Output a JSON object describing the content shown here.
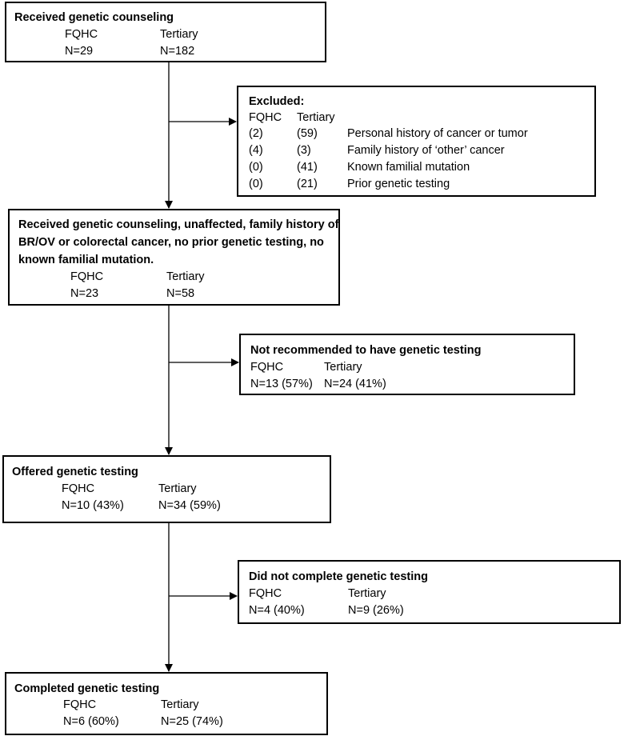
{
  "received": {
    "title": "Received genetic counseling",
    "fqhc_label": "FQHC",
    "tertiary_label": "Tertiary",
    "fqhc_n": "N=29",
    "tertiary_n": "N=182"
  },
  "excluded": {
    "title": "Excluded:",
    "fqhc_label": "FQHC",
    "tertiary_label": "Tertiary",
    "rows": [
      {
        "fqhc": "(2)",
        "tertiary": "(59)",
        "reason": "Personal history of cancer or tumor"
      },
      {
        "fqhc": "(4)",
        "tertiary": "(3)",
        "reason": "Family history of ‘other’ cancer"
      },
      {
        "fqhc": "(0)",
        "tertiary": "(41)",
        "reason": "Known familial mutation"
      },
      {
        "fqhc": "(0)",
        "tertiary": "(21)",
        "reason": "Prior genetic testing"
      }
    ]
  },
  "eligible": {
    "title_lines": [
      "Received genetic counseling, unaffected, family history of",
      "BR/OV or colorectal cancer, no prior genetic testing, no",
      "known familial mutation."
    ],
    "fqhc_label": "FQHC",
    "tertiary_label": "Tertiary",
    "fqhc_n": "N=23",
    "tertiary_n": "N=58"
  },
  "not_recommended": {
    "title": "Not recommended to have genetic testing",
    "fqhc_label": "FQHC",
    "tertiary_label": "Tertiary",
    "fqhc_n": "N=13 (57%)",
    "tertiary_n": "N=24 (41%)"
  },
  "offered": {
    "title": "Offered genetic testing",
    "fqhc_label": "FQHC",
    "tertiary_label": "Tertiary",
    "fqhc_n": "N=10 (43%)",
    "tertiary_n": "N=34 (59%)"
  },
  "did_not_complete": {
    "title": "Did not complete genetic testing",
    "fqhc_label": "FQHC",
    "tertiary_label": "Tertiary",
    "fqhc_n": "N=4 (40%)",
    "tertiary_n": "N=9 (26%)"
  },
  "completed": {
    "title": "Completed genetic testing",
    "fqhc_label": "FQHC",
    "tertiary_label": "Tertiary",
    "fqhc_n": "N=6 (60%)",
    "tertiary_n": "N=25 (74%)"
  }
}
